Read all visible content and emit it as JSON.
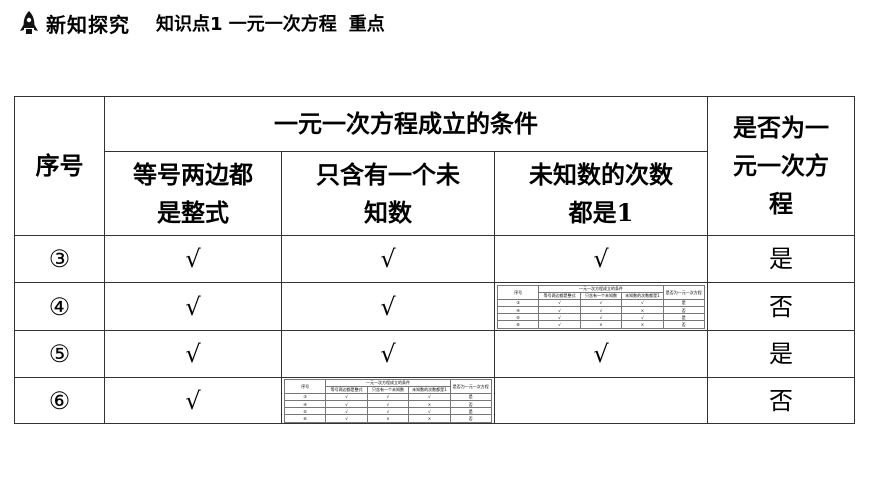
{
  "header": {
    "title": "新知探究",
    "subtitle": "知识点1  一元一次方程",
    "key_label": "重点"
  },
  "table": {
    "col_index": "序号",
    "group_header": "一元一次方程成立的条件",
    "col_a_line1": "等号两边都",
    "col_a_line2": "是整式",
    "col_b_line1": "只含有一个未",
    "col_b_line2": "知数",
    "col_c_line1": "未知数的次数",
    "col_c_line2": "都是1",
    "col_result_line1": "是否为一",
    "col_result_line2": "元一次方",
    "col_result_line3": "程",
    "rows": [
      {
        "idx": "③",
        "a": "√",
        "b": "√",
        "c": "√",
        "result": "是"
      },
      {
        "idx": "④",
        "a": "√",
        "b": "√",
        "c": "",
        "result": "否"
      },
      {
        "idx": "⑤",
        "a": "√",
        "b": "√",
        "c": "√",
        "result": "是"
      },
      {
        "idx": "⑥",
        "a": "√",
        "b": "",
        "c": "",
        "result": "否"
      }
    ]
  },
  "thumbnail": {
    "group_header": "一元一次方程成立的条件",
    "col_index": "序号",
    "col_a": "等号两边都是整式",
    "col_b": "只含有一个未知数",
    "col_c": "未知数的次数都是1",
    "col_result": "是否为一元一次方程",
    "rows": [
      {
        "idx": "③",
        "a": "√",
        "b": "√",
        "c": "√",
        "result": "是"
      },
      {
        "idx": "④",
        "a": "√",
        "b": "√",
        "c": "×",
        "result": "否"
      },
      {
        "idx": "⑤",
        "a": "√",
        "b": "√",
        "c": "√",
        "result": "是"
      },
      {
        "idx": "⑥",
        "a": "√",
        "b": "×",
        "c": "×",
        "result": "否"
      }
    ]
  }
}
